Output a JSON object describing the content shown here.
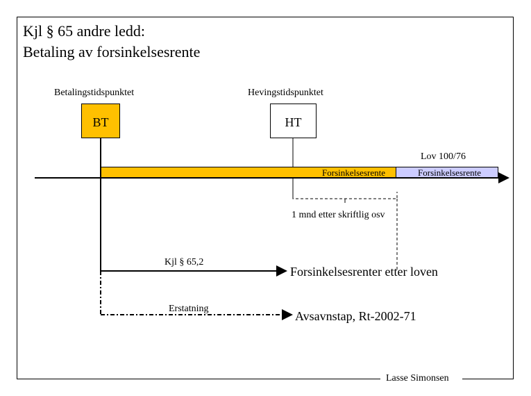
{
  "title": {
    "line1": "Kjl § 65 andre ledd:",
    "line2": "Betaling av forsinkelsesrente"
  },
  "timeline": {
    "label_bt_time": "Betalingstidspunktet",
    "label_ht_time": "Hevingstidspunktet",
    "box_bt": "BT",
    "box_ht": "HT",
    "law_label": "Lov 100/76",
    "bar_orange_label": "Forsinkelsesrente",
    "bar_blue_label": "Forsinkelsesrente",
    "bracket_label": "1 mnd etter skriftlig osv"
  },
  "arrows": {
    "kjl_label": "Kjl § 65,2",
    "kjl_result": "Forsinkelsesrenter etter loven",
    "erstatning_label": "Erstatning",
    "erstatning_result": "Avsavnstap, Rt-2002-71"
  },
  "footer": {
    "author": "Lasse Simonsen"
  },
  "colors": {
    "orange": "#ffc000",
    "blue": "#ccccff"
  }
}
